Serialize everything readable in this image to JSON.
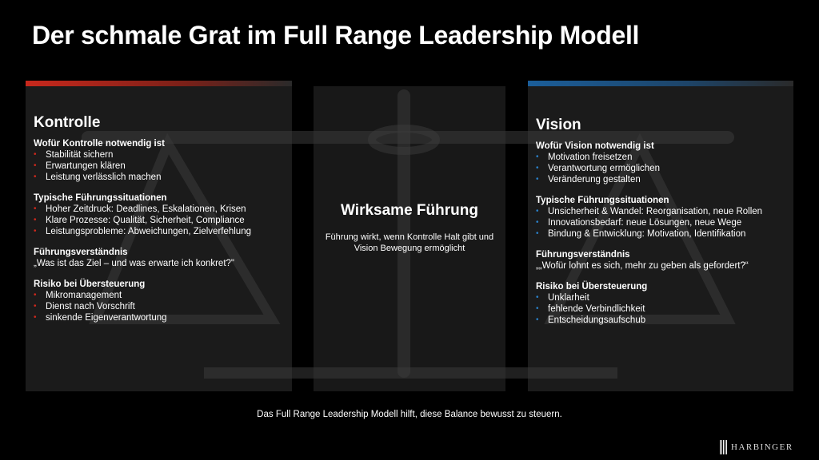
{
  "title": "Der schmale Grat im Full Range Leadership Modell",
  "left": {
    "heading": "Kontrolle",
    "s1": {
      "title": "Wofür Kontrolle notwendig ist",
      "items": [
        "Stabilität sichern",
        "Erwartungen klären",
        "Leistung verlässlich machen"
      ]
    },
    "s2": {
      "title": "Typische Führungssituationen",
      "items": [
        "Hoher Zeitdruck: Deadlines, Eskalationen, Krisen",
        "Klare Prozesse: Qualität, Sicherheit, Compliance",
        "Leistungsprobleme: Abweichungen, Zielverfehlung"
      ]
    },
    "s3": {
      "title": "Führungsverständnis",
      "quote": "„Was ist das Ziel – und was erwarte ich konkret?\""
    },
    "s4": {
      "title": "Risiko bei Übersteuerung",
      "items": [
        "Mikromanagement",
        "Dienst nach Vorschrift",
        "sinkende Eigenverantwortung"
      ]
    }
  },
  "center": {
    "title": "Wirksame Führung",
    "text": "Führung wirkt, wenn Kontrolle Halt gibt und Vision Bewegung ermöglicht"
  },
  "right": {
    "heading": "Vision",
    "s1": {
      "title": "Wofür Vision notwendig ist",
      "items": [
        "Motivation freisetzen",
        "Verantwortung ermöglichen",
        "Veränderung gestalten"
      ]
    },
    "s2": {
      "title": "Typische Führungssituationen",
      "items": [
        "Unsicherheit & Wandel: Reorganisation, neue Rollen",
        "Innovationsbedarf: neue Lösungen, neue Wege",
        "Bindung & Entwicklung: Motivation, Identifikation"
      ]
    },
    "s3": {
      "title": "Führungsverständnis",
      "quote": "„„Wofür lohnt es sich, mehr zu geben als gefordert?“"
    },
    "s4": {
      "title": "Risiko bei Übersteuerung",
      "items": [
        "Unklarheit",
        "fehlende Verbindlichkeit",
        "Entscheidungsaufschub"
      ]
    }
  },
  "footer": "Das Full Range Leadership Modell hilft, diese Balance bewusst zu steuern.",
  "logo": "HARBINGER"
}
